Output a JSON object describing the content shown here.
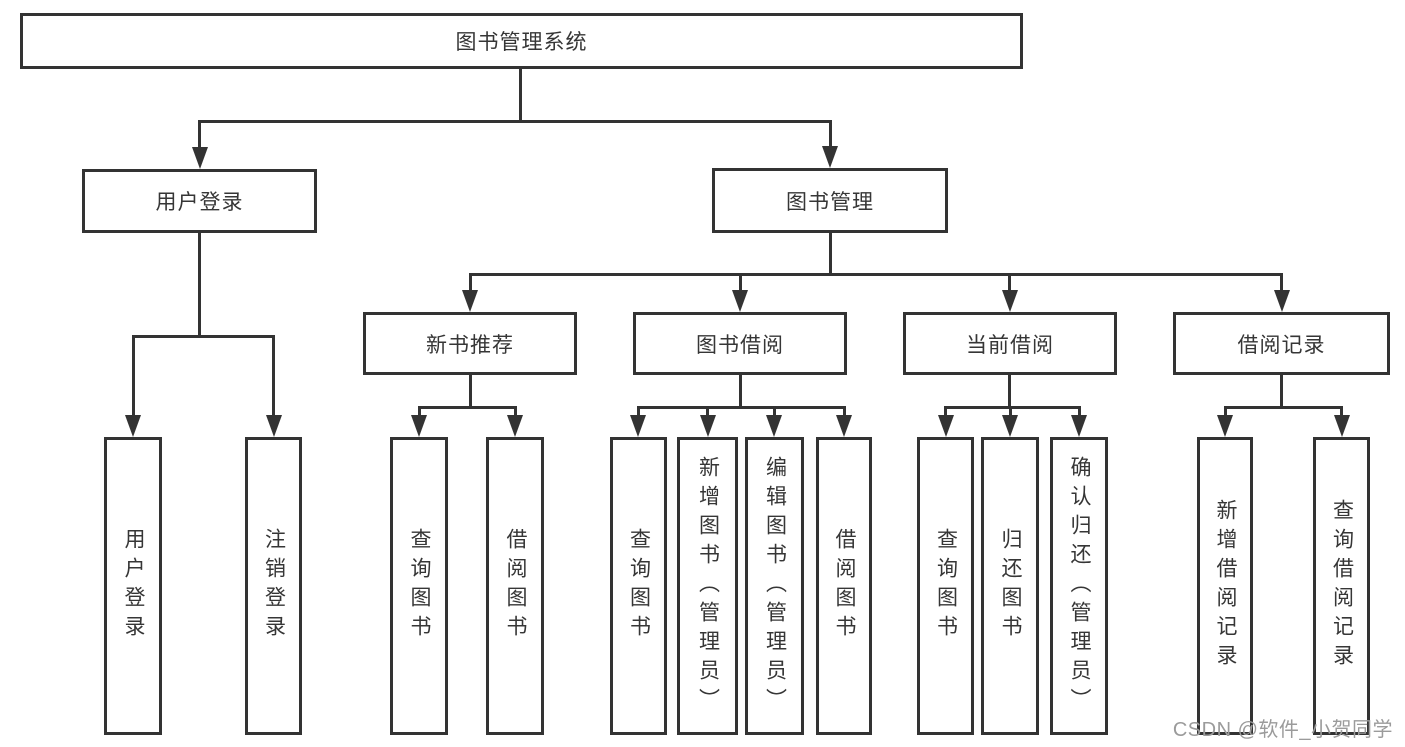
{
  "colors": {
    "line": "#333333",
    "text": "#363636",
    "background": "#ffffff",
    "watermark": "#9b9b9b"
  },
  "watermark": "CSDN @软件_小贺同学",
  "diagram": {
    "title": "图书管理系统",
    "branches": [
      {
        "label": "用户登录",
        "leaves": [
          "用户登录",
          "注销登录"
        ]
      },
      {
        "label": "图书管理",
        "groups": [
          {
            "label": "新书推荐",
            "leaves": [
              "查询图书",
              "借阅图书"
            ]
          },
          {
            "label": "图书借阅",
            "leaves": [
              "查询图书",
              "新增图书（管理员）",
              "编辑图书（管理员）",
              "借阅图书"
            ]
          },
          {
            "label": "当前借阅",
            "leaves": [
              "查询图书",
              "归还图书",
              "确认归还（管理员）"
            ]
          },
          {
            "label": "借阅记录",
            "leaves": [
              "新增借阅记录",
              "查询借阅记录"
            ]
          }
        ]
      }
    ]
  }
}
